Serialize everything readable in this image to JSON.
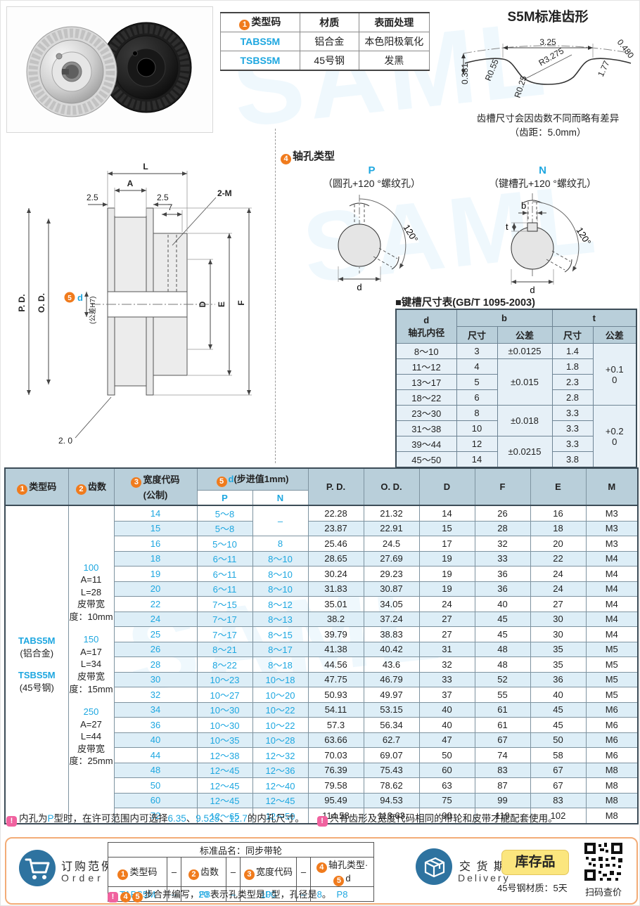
{
  "colors": {
    "accent_cyan": "#1ea7e0",
    "badge_orange": "#f07b1d",
    "note_pink": "#f0629f",
    "header_blue": "#b9cfda",
    "stripe_blue": "#ddeef7",
    "stock_yellow": "#fbe67e",
    "box_border": "#f3ac77",
    "delivery_blue": "#2e73a0"
  },
  "watermark": "SAML",
  "top": {
    "type_table": {
      "badge": "1",
      "h_type": "类型码",
      "h_material": "材质",
      "h_finish": "表面处理",
      "rows": [
        {
          "code": "TABS5M",
          "material": "铝合金",
          "finish": "本色阳极氧化"
        },
        {
          "code": "TSBS5M",
          "material": "45号钢",
          "finish": "发黑"
        }
      ]
    },
    "tooth_profile": {
      "title": "S5M标准齿形",
      "dim_pitch": "3.25",
      "dim_depth": "0.480",
      "dim_r1": "R0.55",
      "dim_r2": "R3.275",
      "dim_h": "1.77",
      "dim_left": "0.381",
      "dim_r3": "R0.25",
      "note1": "齿槽尺寸会因齿数不同而略有差异",
      "note2": "（齿距：5.0mm）"
    }
  },
  "drawing": {
    "dim_L": "L",
    "dim_A": "A",
    "dim_25_left": "2.5",
    "dim_25_right": "2.5",
    "dim_7": "7",
    "dim_2M": "2-M",
    "dim_PD": "P. D.",
    "dim_OD": "O. D.",
    "badge5": "5",
    "dim_d": "d",
    "dim_d_tol": "(公差H7)",
    "dim_D": "D",
    "dim_E": "E",
    "dim_F": "F",
    "dim_20": "2. 0"
  },
  "shaft_holes": {
    "badge": "4",
    "title": "轴孔类型",
    "p_code": "P",
    "p_desc": "（圆孔+120 °螺纹孔）",
    "n_code": "N",
    "n_desc": "（键槽孔+120 °螺纹孔）",
    "angle_p": "120°",
    "angle_n": "120°",
    "p_d": "d",
    "n_d": "d",
    "n_b": "b",
    "n_t": "t"
  },
  "keyway": {
    "title": "■键槽尺寸表(GB/T 1095-2003)",
    "h_d": "d",
    "h_d_sub": "轴孔内径",
    "h_b": "b",
    "h_t": "t",
    "h_size1": "尺寸",
    "h_tol1": "公差",
    "h_size2": "尺寸",
    "h_tol2": "公差",
    "rows": [
      {
        "d": "8～10",
        "b": "3",
        "t": "1.4"
      },
      {
        "d": "11～12",
        "b": "4",
        "t": "1.8"
      },
      {
        "d": "13～17",
        "b": "5",
        "t": "2.3"
      },
      {
        "d": "18～22",
        "b": "6",
        "t": "2.8"
      },
      {
        "d": "23～30",
        "b": "8",
        "t": "3.3"
      },
      {
        "d": "31～38",
        "b": "10",
        "t": "3.3"
      },
      {
        "d": "39～44",
        "b": "12",
        "t": "3.3"
      },
      {
        "d": "45～50",
        "b": "14",
        "t": "3.8"
      }
    ],
    "b_tolerances": [
      {
        "text": "±0.0125",
        "rows": 1
      },
      {
        "text": "±0.015",
        "rows": 3
      },
      {
        "text": "±0.018",
        "rows": 2
      },
      {
        "text": "±0.0215",
        "rows": 2
      }
    ],
    "t_tolerances": [
      {
        "line1": "+0.1",
        "line2": "0",
        "rows": 4
      },
      {
        "line1": "+0.2",
        "line2": "0",
        "rows": 4
      }
    ]
  },
  "main_table": {
    "badge1": "1",
    "h_type": "类型码",
    "badge2": "2",
    "h_teeth": "齿数",
    "badge3": "3",
    "h_width": "宽度代码",
    "h_width_sub": "(公制)",
    "badge5": "5",
    "h_d": "d",
    "h_d_paren": "(步进值1mm)",
    "h_p": "P",
    "h_n": "N",
    "h_pd": "P. D.",
    "h_od": "O. D.",
    "h_D": "D",
    "h_F": "F",
    "h_E": "E",
    "h_M": "M",
    "type_cell": {
      "code1": "TABS5M",
      "mat1": "(铝合金)",
      "code2": "TSBS5M",
      "mat2": "(45号钢)"
    },
    "width_blocks": [
      {
        "code": "100",
        "a": "A=11",
        "l": "L=28",
        "belt": "皮带宽度：10mm"
      },
      {
        "code": "150",
        "a": "A=17",
        "l": "L=34",
        "belt": "皮带宽度：15mm"
      },
      {
        "code": "250",
        "a": "A=27",
        "l": "L=44",
        "belt": "皮带宽度：25mm"
      }
    ],
    "rows": [
      {
        "teeth": "14",
        "p": "5～8",
        "n": "–",
        "n_span": 2,
        "pd": "22.28",
        "od": "21.32",
        "D": "14",
        "F": "26",
        "E": "16",
        "M": "M3"
      },
      {
        "teeth": "15",
        "p": "5～8",
        "n": null,
        "pd": "23.87",
        "od": "22.91",
        "D": "15",
        "F": "28",
        "E": "18",
        "M": "M3"
      },
      {
        "teeth": "16",
        "p": "5～10",
        "n": "8",
        "pd": "25.46",
        "od": "24.5",
        "D": "17",
        "F": "32",
        "E": "20",
        "M": "M3"
      },
      {
        "teeth": "18",
        "p": "6～11",
        "n": "8～10",
        "pd": "28.65",
        "od": "27.69",
        "D": "19",
        "F": "33",
        "E": "22",
        "M": "M4"
      },
      {
        "teeth": "19",
        "p": "6～11",
        "n": "8～10",
        "pd": "30.24",
        "od": "29.23",
        "D": "19",
        "F": "36",
        "E": "24",
        "M": "M4"
      },
      {
        "teeth": "20",
        "p": "6～11",
        "n": "8～10",
        "pd": "31.83",
        "od": "30.87",
        "D": "19",
        "F": "36",
        "E": "24",
        "M": "M4"
      },
      {
        "teeth": "22",
        "p": "7～15",
        "n": "8～12",
        "pd": "35.01",
        "od": "34.05",
        "D": "24",
        "F": "40",
        "E": "27",
        "M": "M4"
      },
      {
        "teeth": "24",
        "p": "7～17",
        "n": "8～13",
        "pd": "38.2",
        "od": "37.24",
        "D": "27",
        "F": "45",
        "E": "30",
        "M": "M4"
      },
      {
        "teeth": "25",
        "p": "7～17",
        "n": "8～15",
        "pd": "39.79",
        "od": "38.83",
        "D": "27",
        "F": "45",
        "E": "30",
        "M": "M4"
      },
      {
        "teeth": "26",
        "p": "8～21",
        "n": "8～17",
        "pd": "41.38",
        "od": "40.42",
        "D": "31",
        "F": "48",
        "E": "35",
        "M": "M5"
      },
      {
        "teeth": "28",
        "p": "8～22",
        "n": "8～18",
        "pd": "44.56",
        "od": "43.6",
        "D": "32",
        "F": "48",
        "E": "35",
        "M": "M5"
      },
      {
        "teeth": "30",
        "p": "10～23",
        "n": "10～18",
        "pd": "47.75",
        "od": "46.79",
        "D": "33",
        "F": "52",
        "E": "36",
        "M": "M5"
      },
      {
        "teeth": "32",
        "p": "10～27",
        "n": "10～20",
        "pd": "50.93",
        "od": "49.97",
        "D": "37",
        "F": "55",
        "E": "40",
        "M": "M5"
      },
      {
        "teeth": "34",
        "p": "10～30",
        "n": "10～22",
        "pd": "54.11",
        "od": "53.15",
        "D": "40",
        "F": "61",
        "E": "45",
        "M": "M6"
      },
      {
        "teeth": "36",
        "p": "10～30",
        "n": "10～22",
        "pd": "57.3",
        "od": "56.34",
        "D": "40",
        "F": "61",
        "E": "45",
        "M": "M6"
      },
      {
        "teeth": "40",
        "p": "10～35",
        "n": "10～28",
        "pd": "63.66",
        "od": "62.7",
        "D": "47",
        "F": "67",
        "E": "50",
        "M": "M6"
      },
      {
        "teeth": "44",
        "p": "12～38",
        "n": "12～32",
        "pd": "70.03",
        "od": "69.07",
        "D": "50",
        "F": "74",
        "E": "58",
        "M": "M6"
      },
      {
        "teeth": "48",
        "p": "12～45",
        "n": "12～36",
        "pd": "76.39",
        "od": "75.43",
        "D": "60",
        "F": "83",
        "E": "67",
        "M": "M8"
      },
      {
        "teeth": "50",
        "p": "12～45",
        "n": "12～40",
        "pd": "79.58",
        "od": "78.62",
        "D": "63",
        "F": "87",
        "E": "67",
        "M": "M8"
      },
      {
        "teeth": "60",
        "p": "12～45",
        "n": "12～45",
        "pd": "95.49",
        "od": "94.53",
        "D": "75",
        "F": "99",
        "E": "83",
        "M": "M8"
      },
      {
        "teeth": "72",
        "p": "12～65",
        "n": "12～50",
        "pd": "114.58",
        "od": "113.63",
        "D": "90",
        "F": "119",
        "E": "102",
        "M": "M8"
      }
    ]
  },
  "notes": {
    "n1_pre": "内孔为",
    "n1_p": "P",
    "n1_mid": "型时，在许可范围内可选择",
    "n1_v1": "6.35",
    "n1_s1": "、",
    "n1_v2": "9.525",
    "n1_s2": "、",
    "n1_v3": "12.7",
    "n1_post": "的内孔尺寸。",
    "n2": "只有齿形及宽度代码相同的带轮和皮带才能配套使用。"
  },
  "order": {
    "label_cn": "订购范例",
    "label_en": "Order",
    "product_name": "标准品名：同步带轮",
    "badge1": "1",
    "c1_label": "类型码",
    "c1_value": "TABS5M",
    "badge2": "2",
    "c2_label": "齿数",
    "c2_value": "20",
    "badge3": "3",
    "c3_label": "宽度代码",
    "c3_value": "100",
    "badge4": "4",
    "c4_label": "轴孔类型·",
    "badge5": "5",
    "c4_label2": "d",
    "c4_value": "P8",
    "dash": "–",
    "nb4": "4",
    "nb5": "5",
    "note_pre": "步合并编写，",
    "note_p8": "P8",
    "note_m1": "表示孔类型是",
    "note_p": "P",
    "note_m2": "型，孔径是",
    "note_v": "8",
    "note_post": "。"
  },
  "delivery": {
    "label_cn": "交 货 期",
    "label_en": "Delivery",
    "stock_badge": "库存品",
    "steel_days": "45号钢材质：5天",
    "qr_label": "扫码查价"
  }
}
